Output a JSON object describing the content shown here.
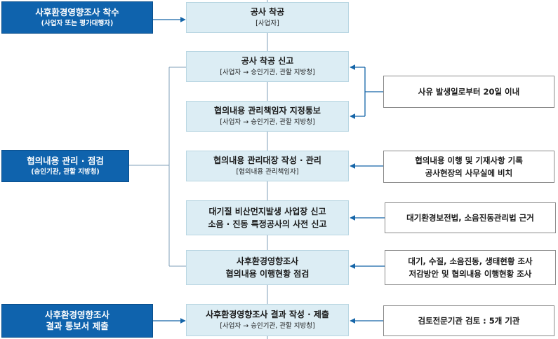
{
  "left_boxes": [
    {
      "main": "사후환경영향조사 착수",
      "sub": "(사업자 또는 평가대행자)"
    },
    {
      "main": "협의내용 관리 · 점검",
      "sub": "(승인기관, 관할 지방청)"
    },
    {
      "main": "사후환경영향조사",
      "main2": "결과 통보서  제출"
    }
  ],
  "center_boxes": [
    {
      "main": "공사 착공",
      "sub": "[사업자]"
    },
    {
      "main": "공사 착공 신고",
      "sub": "[사업자 → 승인기관, 관할 지방청]"
    },
    {
      "main": "협의내용 관리책임자 지정통보",
      "sub": "[사업자 → 승인기관, 관할 지방청]"
    },
    {
      "main": "협의내용 관리대장 작성 · 관리",
      "sub": "[협의내용 관리책임자]"
    },
    {
      "main": "대기질 비산먼지발생 사업장 신고",
      "main2": "소음 · 진동 특정공사의 사전 신고"
    },
    {
      "main": "사후환경영향조사",
      "main2": "협의내용 이행현황 점검"
    },
    {
      "main": "사후환경영향조사 결과 작성 · 제출",
      "sub": "[사업자 → 승인기관, 관할 지방청]"
    }
  ],
  "right_boxes": [
    {
      "main": "사유 발생일로부터 20일 이내"
    },
    {
      "main": "협의내용 이행 및 기재사항 기록",
      "main2": "공사현장의 사무실에 비치"
    },
    {
      "main": "대기환경보전법, 소음진동관리법 근거"
    },
    {
      "main": "대기, 수질, 소음진동, 생태현황 조사",
      "main2": "저감방안 및 협의내용 이행현황 조사"
    },
    {
      "main": "검토전문기관 검토 : 5개 기관"
    }
  ],
  "colors": {
    "left_fill": "#0f63ad",
    "center_fill": "#dcedf4",
    "arrow": "#1565a8",
    "connector": "#7f9fb8"
  }
}
